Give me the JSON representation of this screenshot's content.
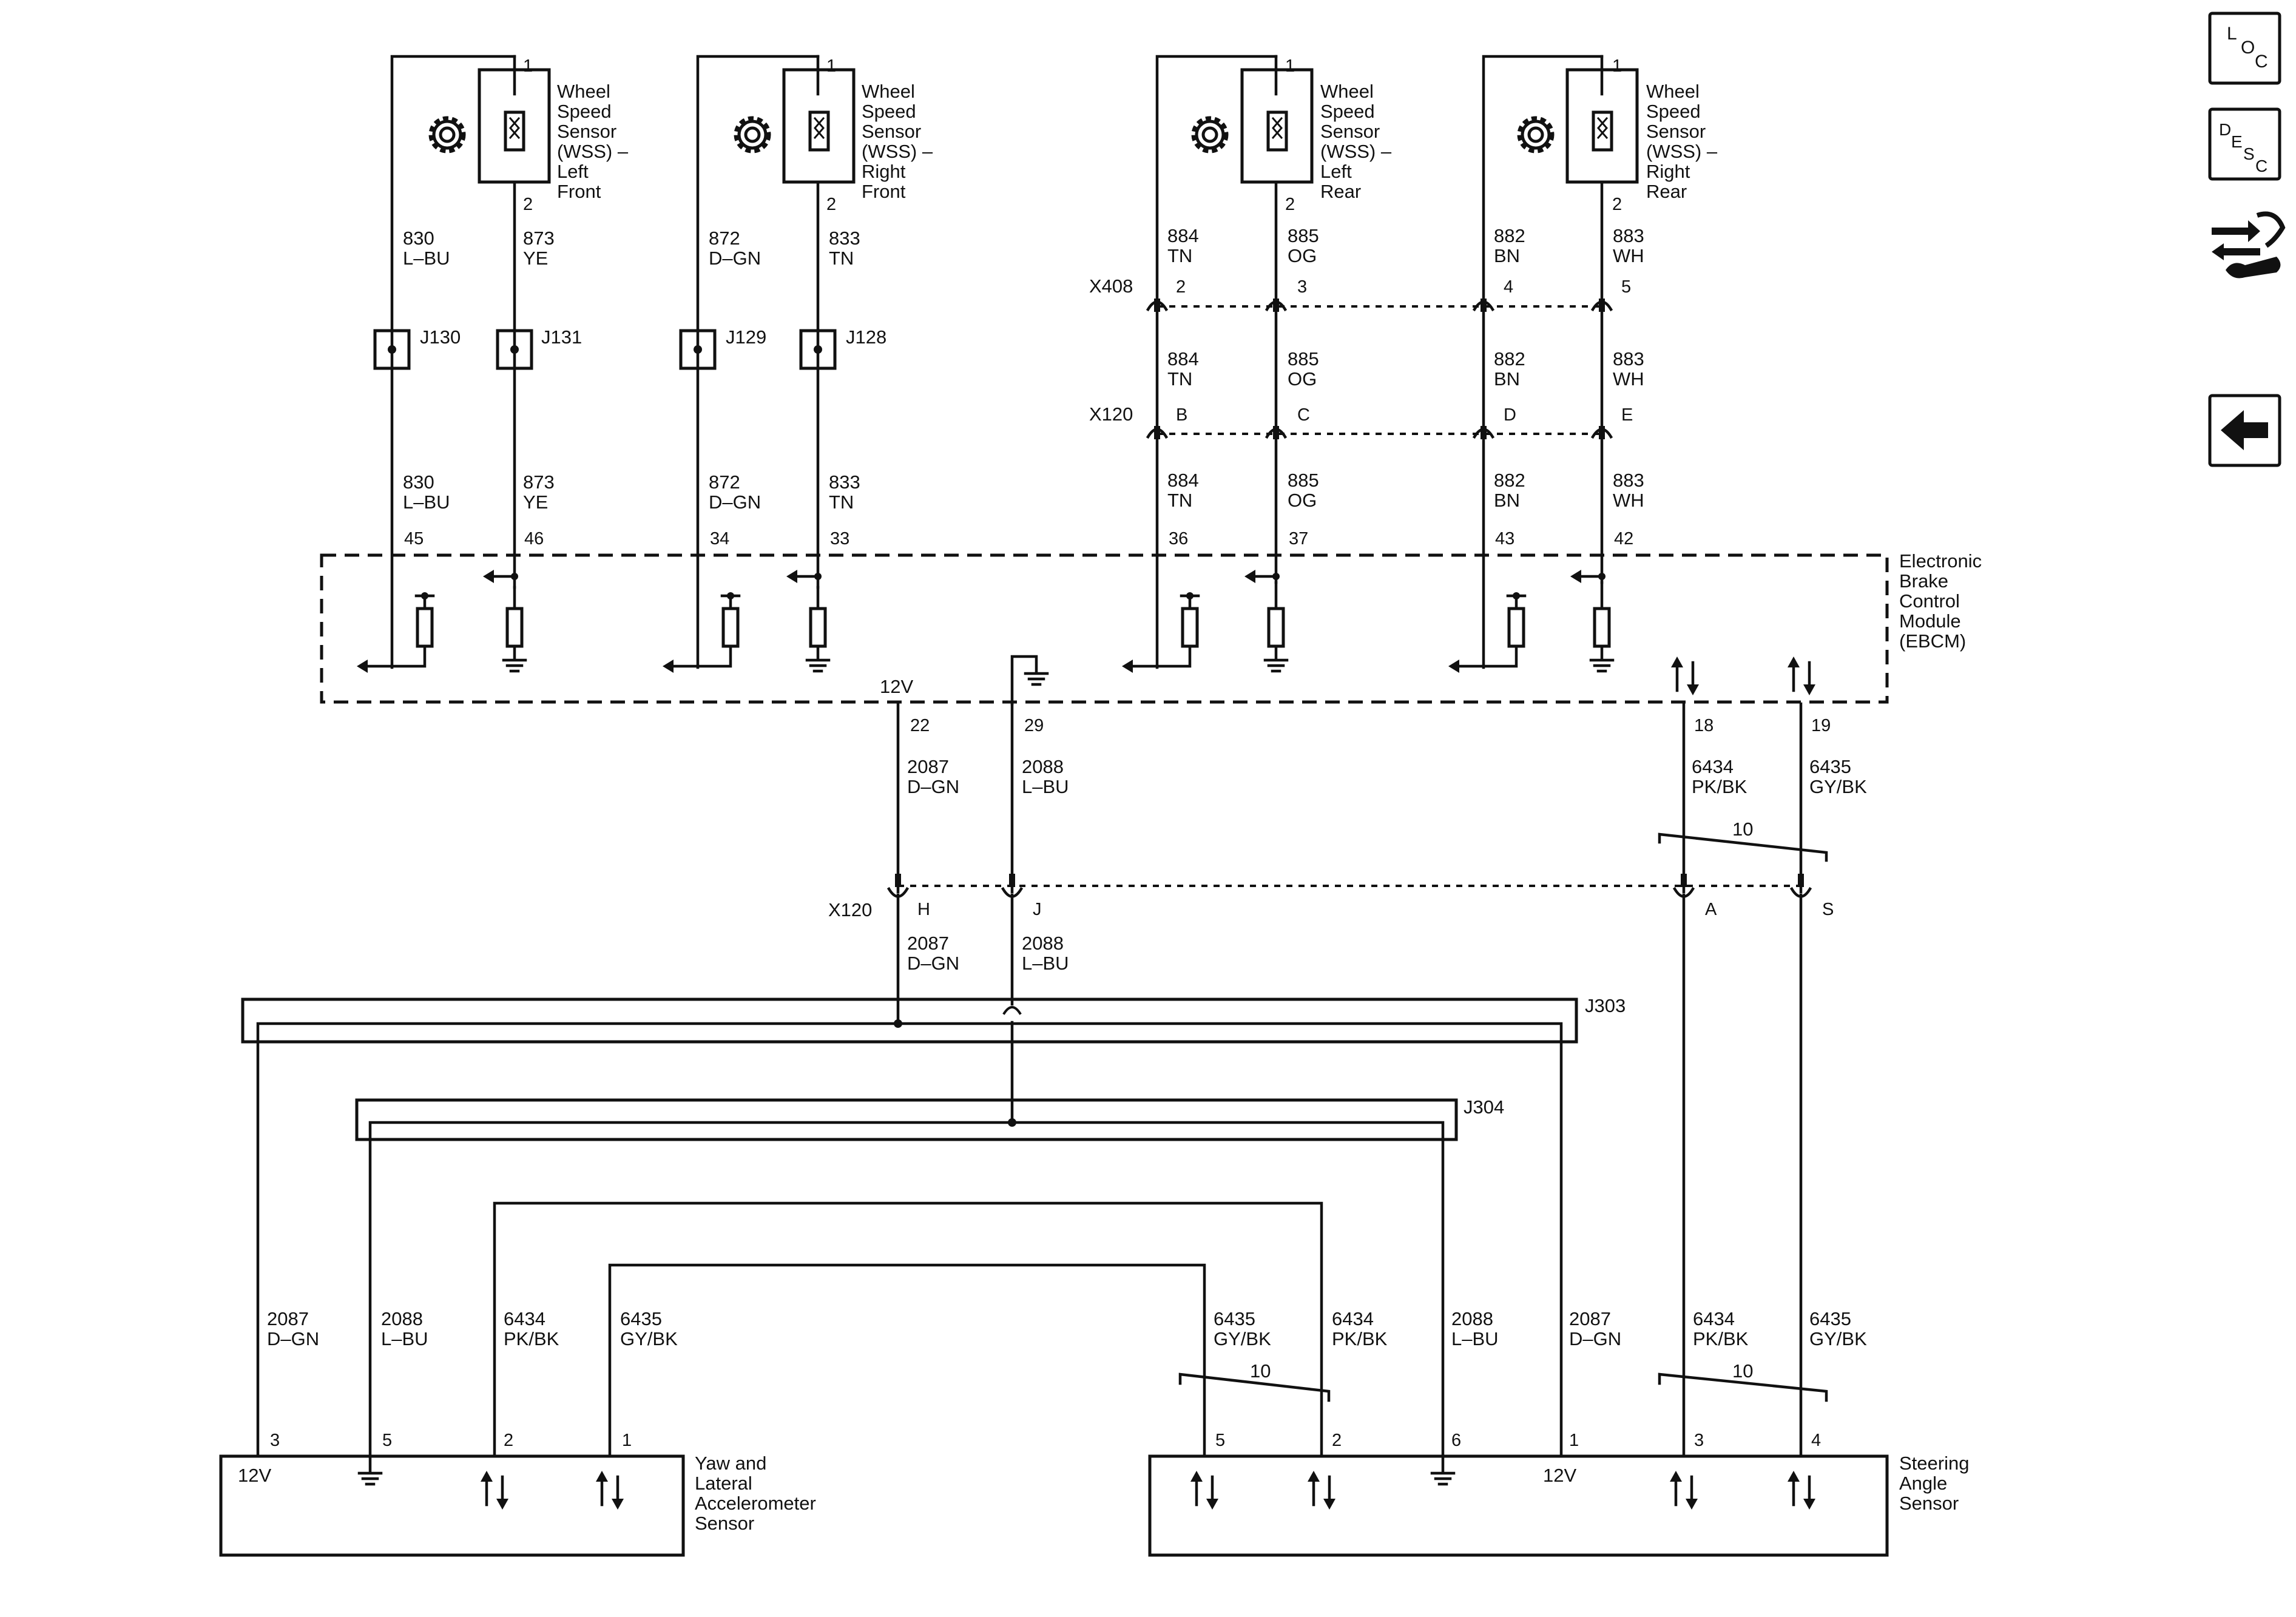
{
  "sensors": {
    "lf": {
      "pin1": "1",
      "pin2": "2",
      "name": [
        "Wheel",
        "Speed",
        "Sensor",
        "(WSS) –",
        "Left",
        "Front"
      ]
    },
    "rf": {
      "pin1": "1",
      "pin2": "2",
      "name": [
        "Wheel",
        "Speed",
        "Sensor",
        "(WSS) –",
        "Right",
        "Front"
      ]
    },
    "lr": {
      "pin1": "1",
      "pin2": "2",
      "name": [
        "Wheel",
        "Speed",
        "Sensor",
        "(WSS) –",
        "Left",
        "Rear"
      ]
    },
    "rr": {
      "pin1": "1",
      "pin2": "2",
      "name": [
        "Wheel",
        "Speed",
        "Sensor",
        "(WSS) –",
        "Right",
        "Rear"
      ]
    }
  },
  "wires": {
    "w830": {
      "circuit": "830",
      "color": "L–BU"
    },
    "w873": {
      "circuit": "873",
      "color": "YE"
    },
    "w872": {
      "circuit": "872",
      "color": "D–GN"
    },
    "w833": {
      "circuit": "833",
      "color": "TN"
    },
    "w884": {
      "circuit": "884",
      "color": "TN"
    },
    "w885": {
      "circuit": "885",
      "color": "OG"
    },
    "w882": {
      "circuit": "882",
      "color": "BN"
    },
    "w883": {
      "circuit": "883",
      "color": "WH"
    },
    "w2087": {
      "circuit": "2087",
      "color": "D–GN"
    },
    "w2088": {
      "circuit": "2088",
      "color": "L–BU"
    },
    "w6434": {
      "circuit": "6434",
      "color": "PK/BK"
    },
    "w6435": {
      "circuit": "6435",
      "color": "GY/BK"
    }
  },
  "splices": {
    "j130": "J130",
    "j131": "J131",
    "j129": "J129",
    "j128": "J128",
    "j303": "J303",
    "j304": "J304"
  },
  "connectors": {
    "x408": {
      "name": "X408",
      "pins": [
        "2",
        "3",
        "4",
        "5"
      ]
    },
    "x120a": {
      "name": "X120",
      "pins": [
        "B",
        "C",
        "D",
        "E"
      ]
    },
    "x120b": {
      "name": "X120",
      "pins": [
        "H",
        "J",
        "A",
        "S"
      ]
    }
  },
  "ebcm": {
    "name": [
      "Electronic",
      "Brake",
      "Control",
      "Module",
      "(EBCM)"
    ],
    "pins": [
      "45",
      "46",
      "34",
      "33",
      "36",
      "37",
      "43",
      "42",
      "22",
      "29",
      "18",
      "19"
    ],
    "power": "12V"
  },
  "twist": {
    "label": "10"
  },
  "yaw": {
    "name": [
      "Yaw and",
      "Lateral",
      "Accelerometer",
      "Sensor"
    ],
    "pins": [
      "3",
      "5",
      "2",
      "1"
    ],
    "power": "12V"
  },
  "steer": {
    "name": [
      "Steering",
      "Angle",
      "Sensor"
    ],
    "pins": [
      "5",
      "2",
      "6",
      "1",
      "3",
      "4"
    ],
    "power": "12V"
  },
  "nav": {
    "loc_l": "L",
    "loc_o": "O",
    "loc_c": "C",
    "desc_d": "D",
    "desc_e": "E",
    "desc_s": "S",
    "desc_c": "C"
  }
}
